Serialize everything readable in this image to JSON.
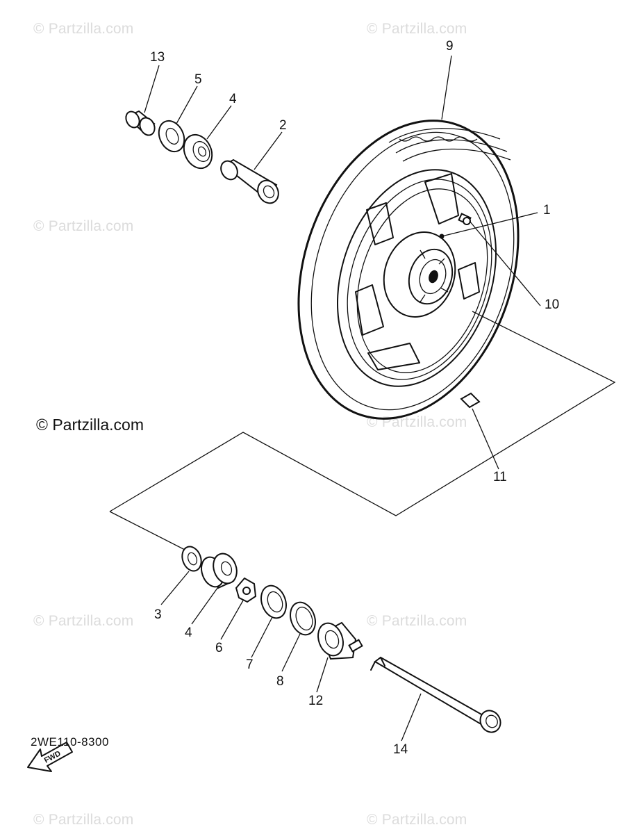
{
  "watermark": "© Partzilla.com",
  "watermark_main": "© Partzilla.com",
  "diagram_code": "2WE110-8300",
  "fwd_label": "FWD",
  "callouts": {
    "c1": "1",
    "c2": "2",
    "c3": "3",
    "c4a": "4",
    "c4b": "4",
    "c5": "5",
    "c6": "6",
    "c7": "7",
    "c8": "8",
    "c9": "9",
    "c10": "10",
    "c11": "11",
    "c12": "12",
    "c13": "13",
    "c14": "14"
  }
}
